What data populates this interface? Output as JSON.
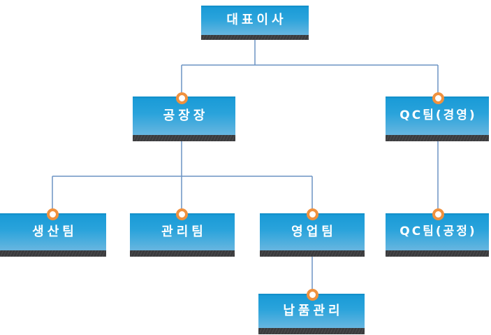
{
  "org": {
    "nodes": [
      {
        "id": "ceo",
        "label": "대표이사",
        "parent": null
      },
      {
        "id": "factory-manager",
        "label": "공장장",
        "parent": "ceo"
      },
      {
        "id": "qc-team-management",
        "label": "QC팀(경영)",
        "parent": "ceo"
      },
      {
        "id": "production-team",
        "label": "생산팀",
        "parent": "factory-manager"
      },
      {
        "id": "management-team",
        "label": "관리팀",
        "parent": "factory-manager"
      },
      {
        "id": "sales-team",
        "label": "영업팀",
        "parent": "factory-manager"
      },
      {
        "id": "qc-team-process",
        "label": "QC팀(공정)",
        "parent": "qc-team-management"
      },
      {
        "id": "delivery-management",
        "label": "납품관리",
        "parent": "sales-team"
      }
    ],
    "colors": {
      "box_gradient_top": "#1a9bd7",
      "box_gradient_bottom": "#67b6e0",
      "box_base_strip": "#3b3b3d",
      "connector_line": "#6c93c4",
      "connector_ring": "#f0913e",
      "label_text": "#ffffff",
      "background": "#ffffff"
    }
  }
}
